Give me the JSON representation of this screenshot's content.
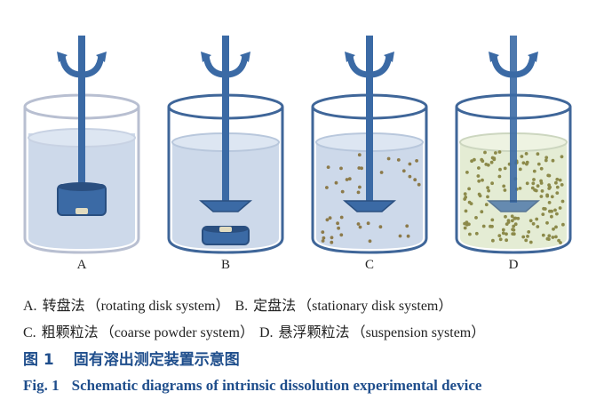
{
  "panels": [
    {
      "id": "A",
      "label": "A",
      "type": "rotating-disk",
      "liquid": "#cdd9ea",
      "rim": "#b8bfd1",
      "particles": false
    },
    {
      "id": "B",
      "label": "B",
      "type": "stationary-disk",
      "liquid": "#cdd9ea",
      "rim": "#3f6699",
      "particles": false
    },
    {
      "id": "C",
      "label": "C",
      "type": "coarse-powder",
      "liquid": "#cdd9ea",
      "rim": "#3f6699",
      "particles": true,
      "particle_color": "#8c7a4a",
      "particle_count": 40
    },
    {
      "id": "D",
      "label": "D",
      "type": "suspension",
      "liquid": "#e4ecd4",
      "rim": "#3f6699",
      "particles": true,
      "particle_color": "#8c8a4a",
      "particle_count": 150
    }
  ],
  "legend": {
    "line1": [
      {
        "letter": "A.",
        "zh": "转盘法",
        "en": "（rotating disk system）"
      },
      {
        "letter": "B.",
        "zh": "定盘法",
        "en": "（stationary disk system）"
      }
    ],
    "line2": [
      {
        "letter": "C.",
        "zh": "粗颗粒法",
        "en": "（coarse powder system）"
      },
      {
        "letter": "D.",
        "zh": "悬浮颗粒法",
        "en": "（suspension system）"
      }
    ]
  },
  "caption": {
    "zh_label": "图 1",
    "zh_text": "固有溶出测定装置示意图",
    "en_label": "Fig. 1",
    "en_text": "Schematic diagrams of intrinsic dissolution experimental device"
  },
  "colors": {
    "rod": "#3b6aa5",
    "rod_dark": "#2a4f80",
    "beaker_stroke": "#3f6699",
    "caption": "#1f4e8c",
    "pellet": "#e2dcc0"
  }
}
